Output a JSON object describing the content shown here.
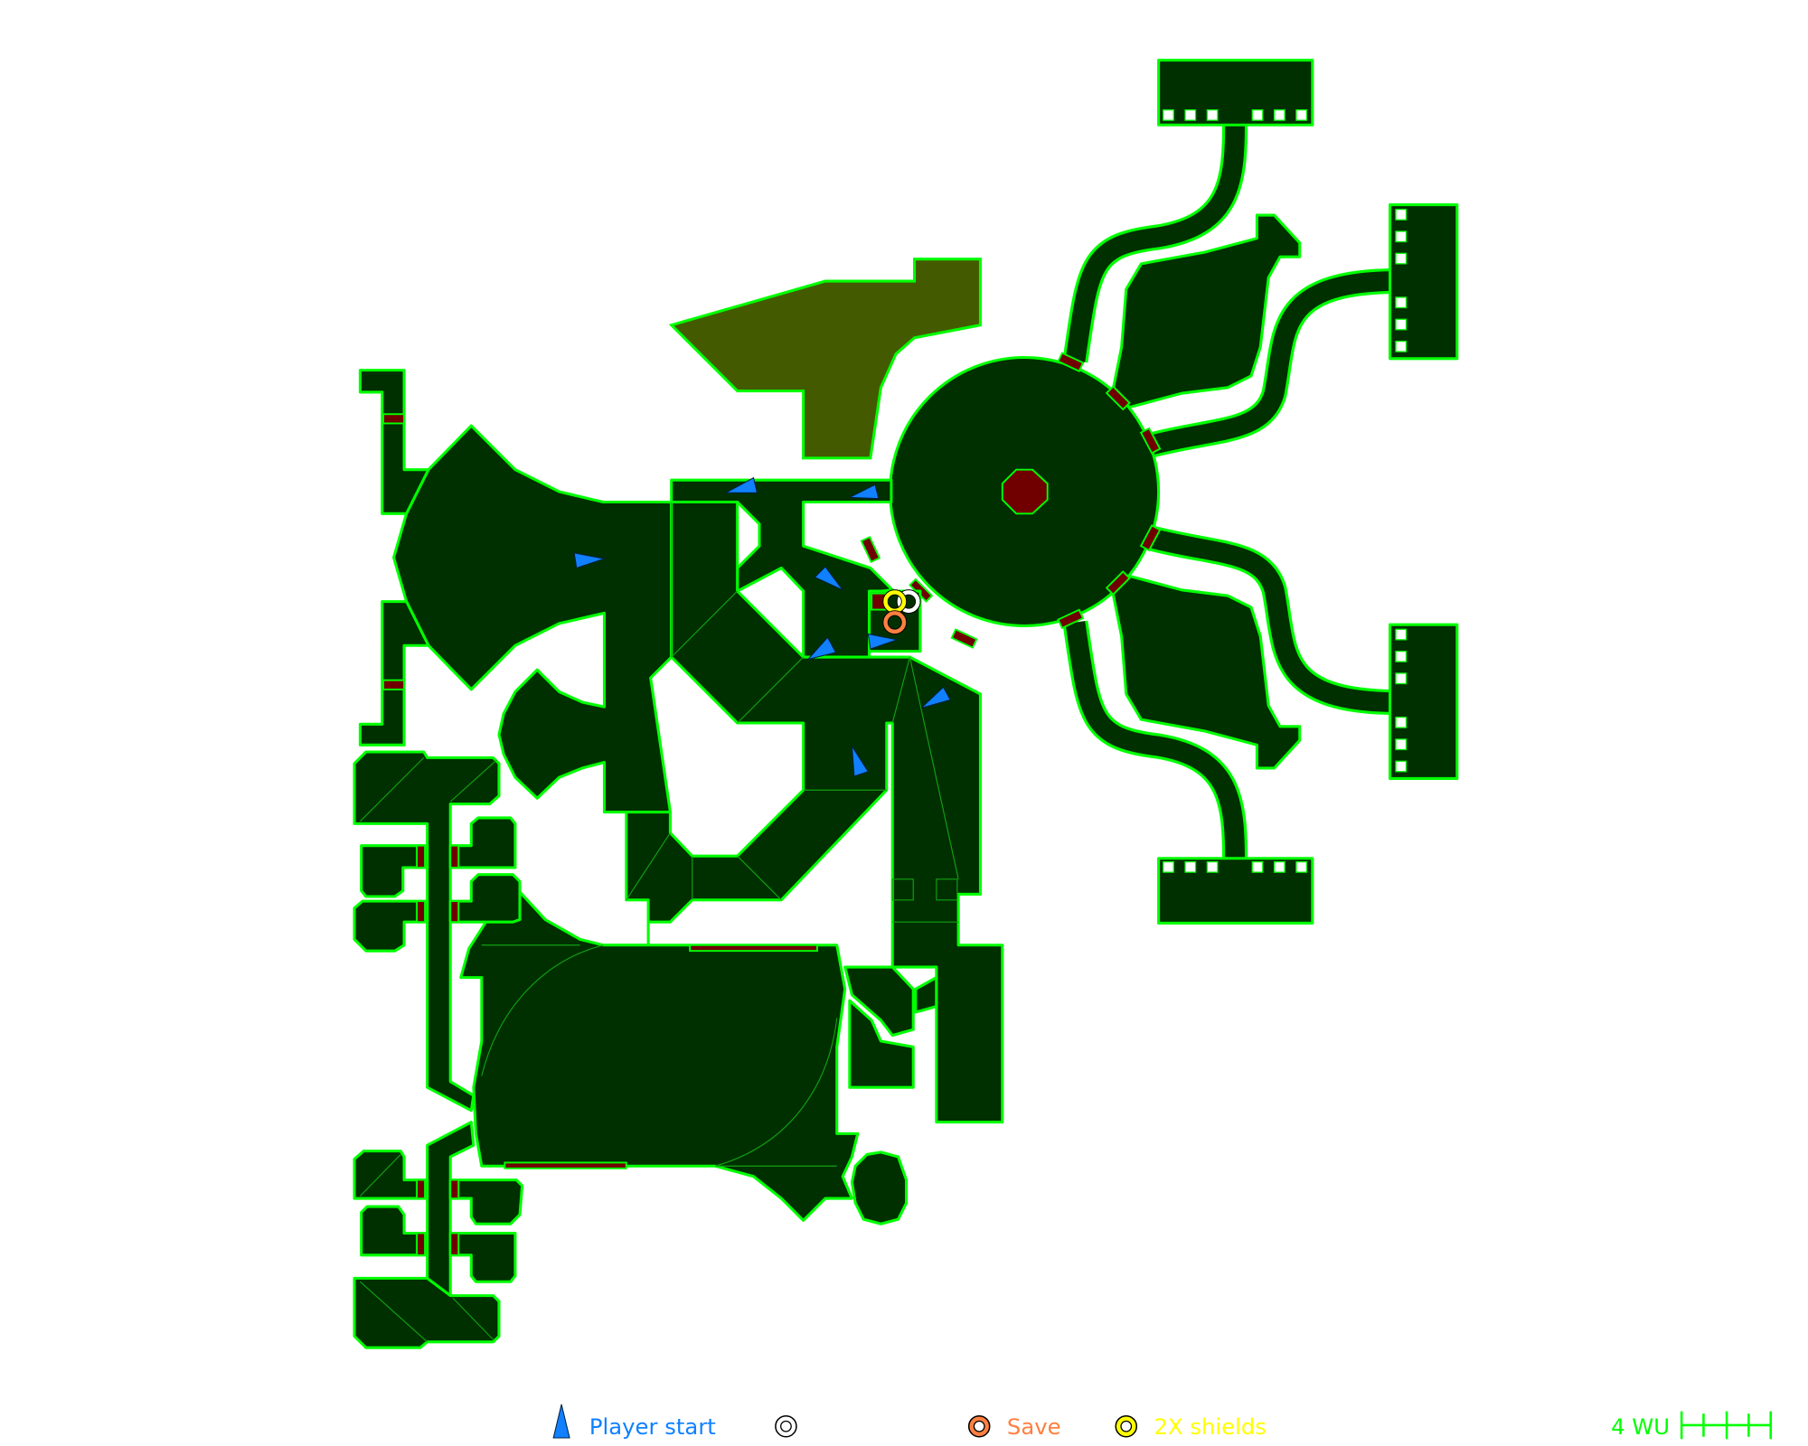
{
  "legend": {
    "player_start": {
      "label": "Player start",
      "color": "#1080ff",
      "icon": "triangle-icon"
    },
    "unlabeled_item": {
      "label": "",
      "color": "#ffffff",
      "icon": "ring-icon"
    },
    "save": {
      "label": "Save",
      "color": "#ff8040",
      "icon": "ring-icon"
    },
    "shields": {
      "label": "2X shields",
      "color": "#ffff00",
      "icon": "ring-icon"
    }
  },
  "scale": {
    "label": "4 WU",
    "segments": 4,
    "color": "#00ff00"
  },
  "colors": {
    "floor": "#003000",
    "edge": "#00ff00",
    "door": "#700000",
    "special_zone": "#445a00",
    "background": "#ffffff"
  }
}
